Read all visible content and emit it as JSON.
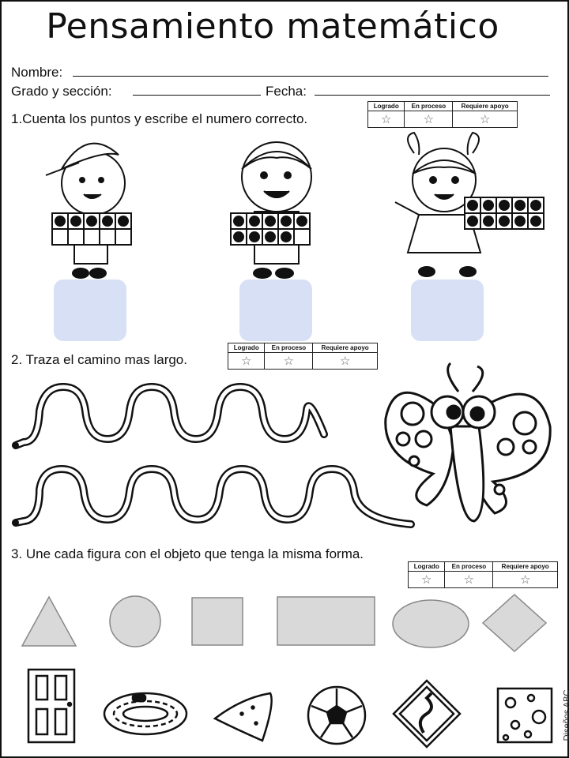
{
  "title": "Pensamiento matemático",
  "fields": {
    "name_label": "Nombre:",
    "grade_label": "Grado y sección:",
    "date_label": "Fecha:"
  },
  "rubric": {
    "col1": "Logrado",
    "col2": "En proceso",
    "col3": "Requiere apoyo",
    "star": "☆"
  },
  "questions": {
    "q1": "1.Cuenta los puntos y escribe el numero correcto.",
    "q2": "2. Traza el camino mas largo.",
    "q3": "3. Une cada figura con el objeto que tenga la misma forma."
  },
  "ten_frames": [
    {
      "filled": 5
    },
    {
      "filled": 9
    },
    {
      "filled": 10
    }
  ],
  "shapes": [
    "triangle",
    "circle",
    "square",
    "rectangle",
    "oval",
    "rhombus"
  ],
  "objects": [
    "door-icon",
    "race-track-icon",
    "nacho-chip-icon",
    "soccer-ball-icon",
    "curve-road-sign-icon",
    "cheese-icon"
  ],
  "credit": "Diseños ABC"
}
